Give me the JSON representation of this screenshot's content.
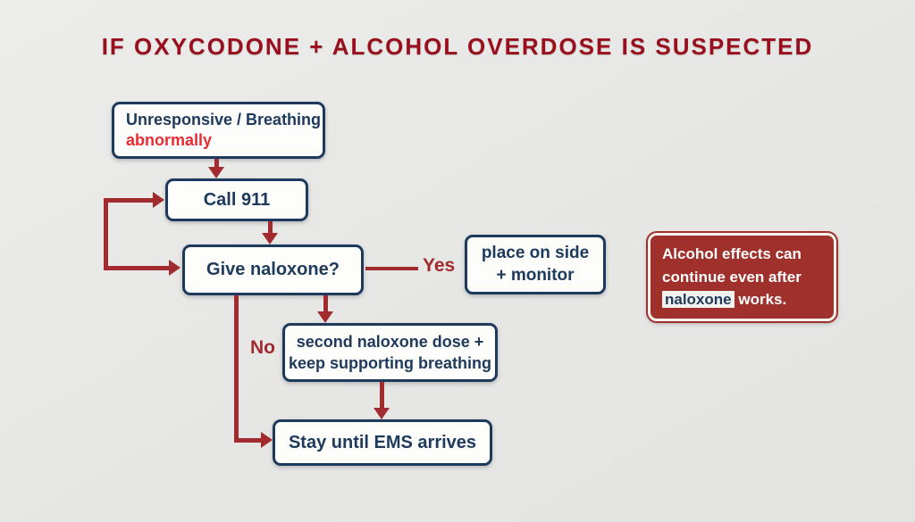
{
  "title": "IF OXYCODONE + ALCOHOL OVERDOSE IS SUSPECTED",
  "nodes": {
    "start_line1": "Unresponsive / Breathing",
    "start_line2": "abnormally",
    "call911": "Call 911",
    "give_naloxone": "Give naloxone?",
    "place_side_line1": "place on side",
    "place_side_line2": "+ monitor",
    "second_dose_line1": "second naloxone dose +",
    "second_dose_line2": "keep supporting breathing",
    "stay": "Stay until EMS arrives"
  },
  "labels": {
    "yes": "Yes",
    "no": "No"
  },
  "callout": {
    "line1": "Alcohol effects can",
    "line2": "continue even after",
    "highlight": "naloxone",
    "after_highlight": " works."
  },
  "colors": {
    "navy": "#1d3a5c",
    "arrow_red": "#a12b2e",
    "bright_red": "#e62b33",
    "title_red": "#990f1e",
    "callout_bg": "#a0302b",
    "background": "#e7e7e5"
  }
}
